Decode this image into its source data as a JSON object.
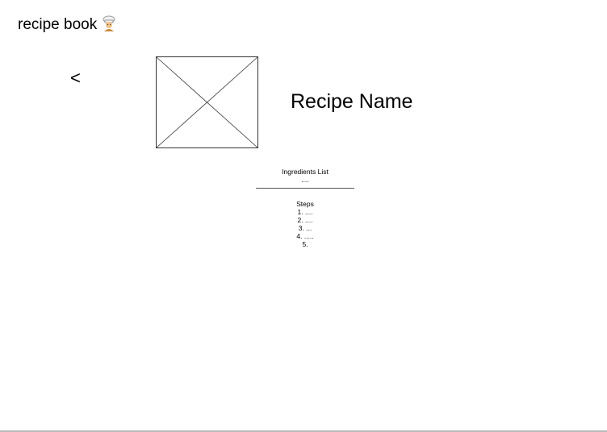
{
  "header": {
    "title": "recipe book",
    "icon": "chef-icon"
  },
  "nav": {
    "back_label": "<"
  },
  "recipe": {
    "image": "image-placeholder-icon",
    "name": "Recipe Name"
  },
  "ingredients": {
    "heading": "Ingredients List",
    "items": [
      "...."
    ]
  },
  "steps": {
    "heading": "Steps",
    "items": [
      "1. ....",
      "2. ....",
      "3. ...",
      "4. .....",
      "5."
    ]
  }
}
